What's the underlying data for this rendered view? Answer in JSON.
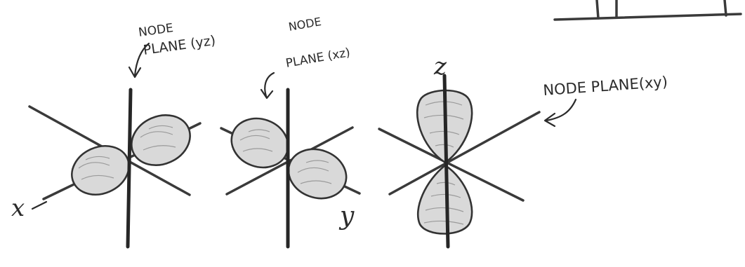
{
  "labels": {
    "node_plane_yz_line1": "NODE",
    "node_plane_yz_line2": "PLANE (yz)",
    "node_plane_xz_line1": "NODE",
    "node_plane_xz_line2": "PLANE (xz)",
    "node_plane_xy": "NODE PLANE(xy)",
    "axis_x": "x",
    "axis_y": "y",
    "axis_z": "z"
  }
}
